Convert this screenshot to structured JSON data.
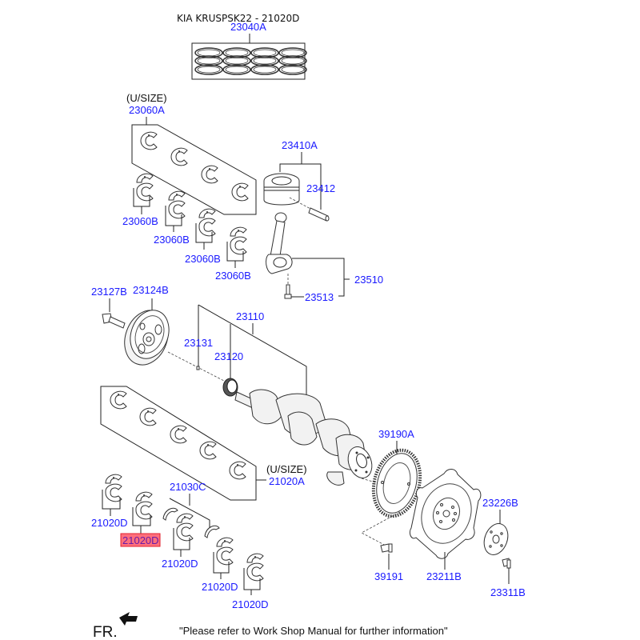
{
  "header": {
    "title": "KIA KRUSPSK22 - 21020D"
  },
  "highlight_color": "#ff6f7c",
  "label_color": "#1a1aff",
  "parts": {
    "piston_rings": "23040A",
    "upper_bearing_set_usize_note": "(U/SIZE)",
    "upper_bearing_set": "23060A",
    "upper_bearing_1": "23060B",
    "upper_bearing_2": "23060B",
    "upper_bearing_3": "23060B",
    "upper_bearing_4": "23060B",
    "piston": "23410A",
    "piston_pin": "23412",
    "connecting_rod": "23510",
    "rod_bolt": "23513",
    "pulley_bolt": "23127B",
    "pulley": "23124B",
    "crankshaft": "23110",
    "key": "23131",
    "sprocket": "23120",
    "main_bearing_set_usize_note": "(U/SIZE)",
    "main_bearing_set": "21020A",
    "thrust_washer": "21030C",
    "main_bearing_1": "21020D",
    "main_bearing_2": "21020D",
    "main_bearing_3": "21020D",
    "main_bearing_4": "21020D",
    "main_bearing_5": "21020D",
    "ring_gear": "39190A",
    "ring_gear_bolt": "39191",
    "drive_plate": "23211B",
    "adapter_plate": "23226B",
    "drive_plate_bolt": "23311B"
  },
  "footer": {
    "front_label": "FR.",
    "note": "\"Please refer to Work Shop Manual for further information\""
  }
}
